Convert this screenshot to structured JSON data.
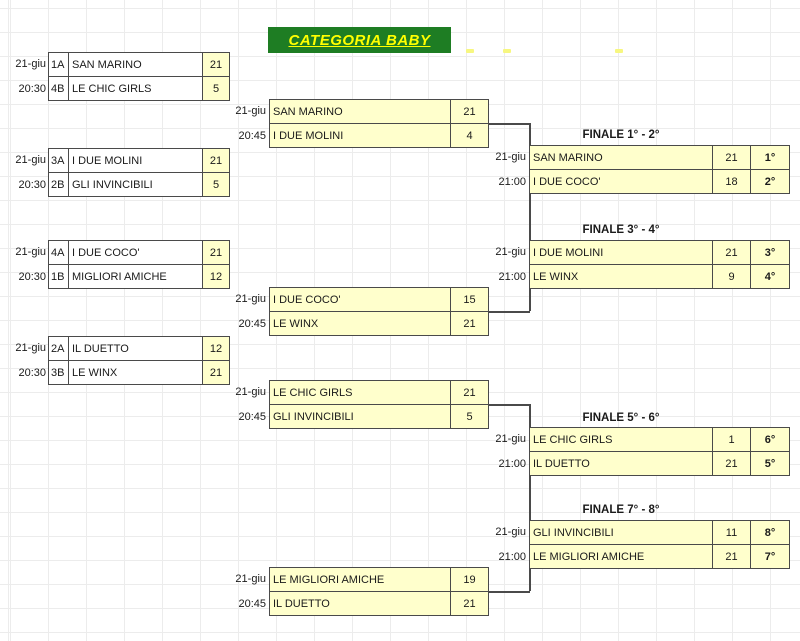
{
  "title": "CATEGORIA BABY",
  "colors": {
    "title_bg": "#1E7D23",
    "title_text": "#FFFF00",
    "cell_fill": "#FFFFCC",
    "border": "#4a4a4a"
  },
  "round1": [
    {
      "date": "21-giu",
      "time": "20:30",
      "top": {
        "seed": "1A",
        "team": "SAN MARINO",
        "score": "21"
      },
      "bottom": {
        "seed": "4B",
        "team": "LE CHIC GIRLS",
        "score": "5"
      }
    },
    {
      "date": "21-giu",
      "time": "20:30",
      "top": {
        "seed": "3A",
        "team": "I DUE MOLINI",
        "score": "21"
      },
      "bottom": {
        "seed": "2B",
        "team": "GLI INVINCIBILI",
        "score": "5"
      }
    },
    {
      "date": "21-giu",
      "time": "20:30",
      "top": {
        "seed": "4A",
        "team": "I DUE COCO'",
        "score": "21"
      },
      "bottom": {
        "seed": "1B",
        "team": "MIGLIORI AMICHE",
        "score": "12"
      }
    },
    {
      "date": "21-giu",
      "time": "20:30",
      "top": {
        "seed": "2A",
        "team": "IL DUETTO",
        "score": "12"
      },
      "bottom": {
        "seed": "3B",
        "team": "LE WINX",
        "score": "21"
      }
    }
  ],
  "semifinals": [
    {
      "date": "21-giu",
      "time": "20:45",
      "top": {
        "team": "SAN MARINO",
        "score": "21"
      },
      "bottom": {
        "team": "I DUE MOLINI",
        "score": "4"
      }
    },
    {
      "date": "21-giu",
      "time": "20:45",
      "top": {
        "team": "I DUE COCO'",
        "score": "15"
      },
      "bottom": {
        "team": "LE WINX",
        "score": "21"
      }
    },
    {
      "date": "21-giu",
      "time": "20:45",
      "top": {
        "team": "LE CHIC GIRLS",
        "score": "21"
      },
      "bottom": {
        "team": "GLI INVINCIBILI",
        "score": "5"
      }
    },
    {
      "date": "21-giu",
      "time": "20:45",
      "top": {
        "team": "LE MIGLIORI AMICHE",
        "score": "19"
      },
      "bottom": {
        "team": "IL DUETTO",
        "score": "21"
      }
    }
  ],
  "finals": [
    {
      "label": "FINALE 1° - 2°",
      "date": "21-giu",
      "time": "21:00",
      "top": {
        "team": "SAN MARINO",
        "score": "21",
        "place": "1°"
      },
      "bottom": {
        "team": "I DUE COCO'",
        "score": "18",
        "place": "2°"
      }
    },
    {
      "label": "FINALE 3° - 4°",
      "date": "21-giu",
      "time": "21:00",
      "top": {
        "team": "I DUE MOLINI",
        "score": "21",
        "place": "3°"
      },
      "bottom": {
        "team": "LE WINX",
        "score": "9",
        "place": "4°"
      }
    },
    {
      "label": "FINALE 5° - 6°",
      "date": "21-giu",
      "time": "21:00",
      "top": {
        "team": "LE CHIC GIRLS",
        "score": "1",
        "place": "6°"
      },
      "bottom": {
        "team": "IL DUETTO",
        "score": "21",
        "place": "5°"
      }
    },
    {
      "label": "FINALE 7° - 8°",
      "date": "21-giu",
      "time": "21:00",
      "top": {
        "team": "GLI INVINCIBILI",
        "score": "11",
        "place": "8°"
      },
      "bottom": {
        "team": "LE MIGLIORI AMICHE",
        "score": "21",
        "place": "7°"
      }
    }
  ]
}
